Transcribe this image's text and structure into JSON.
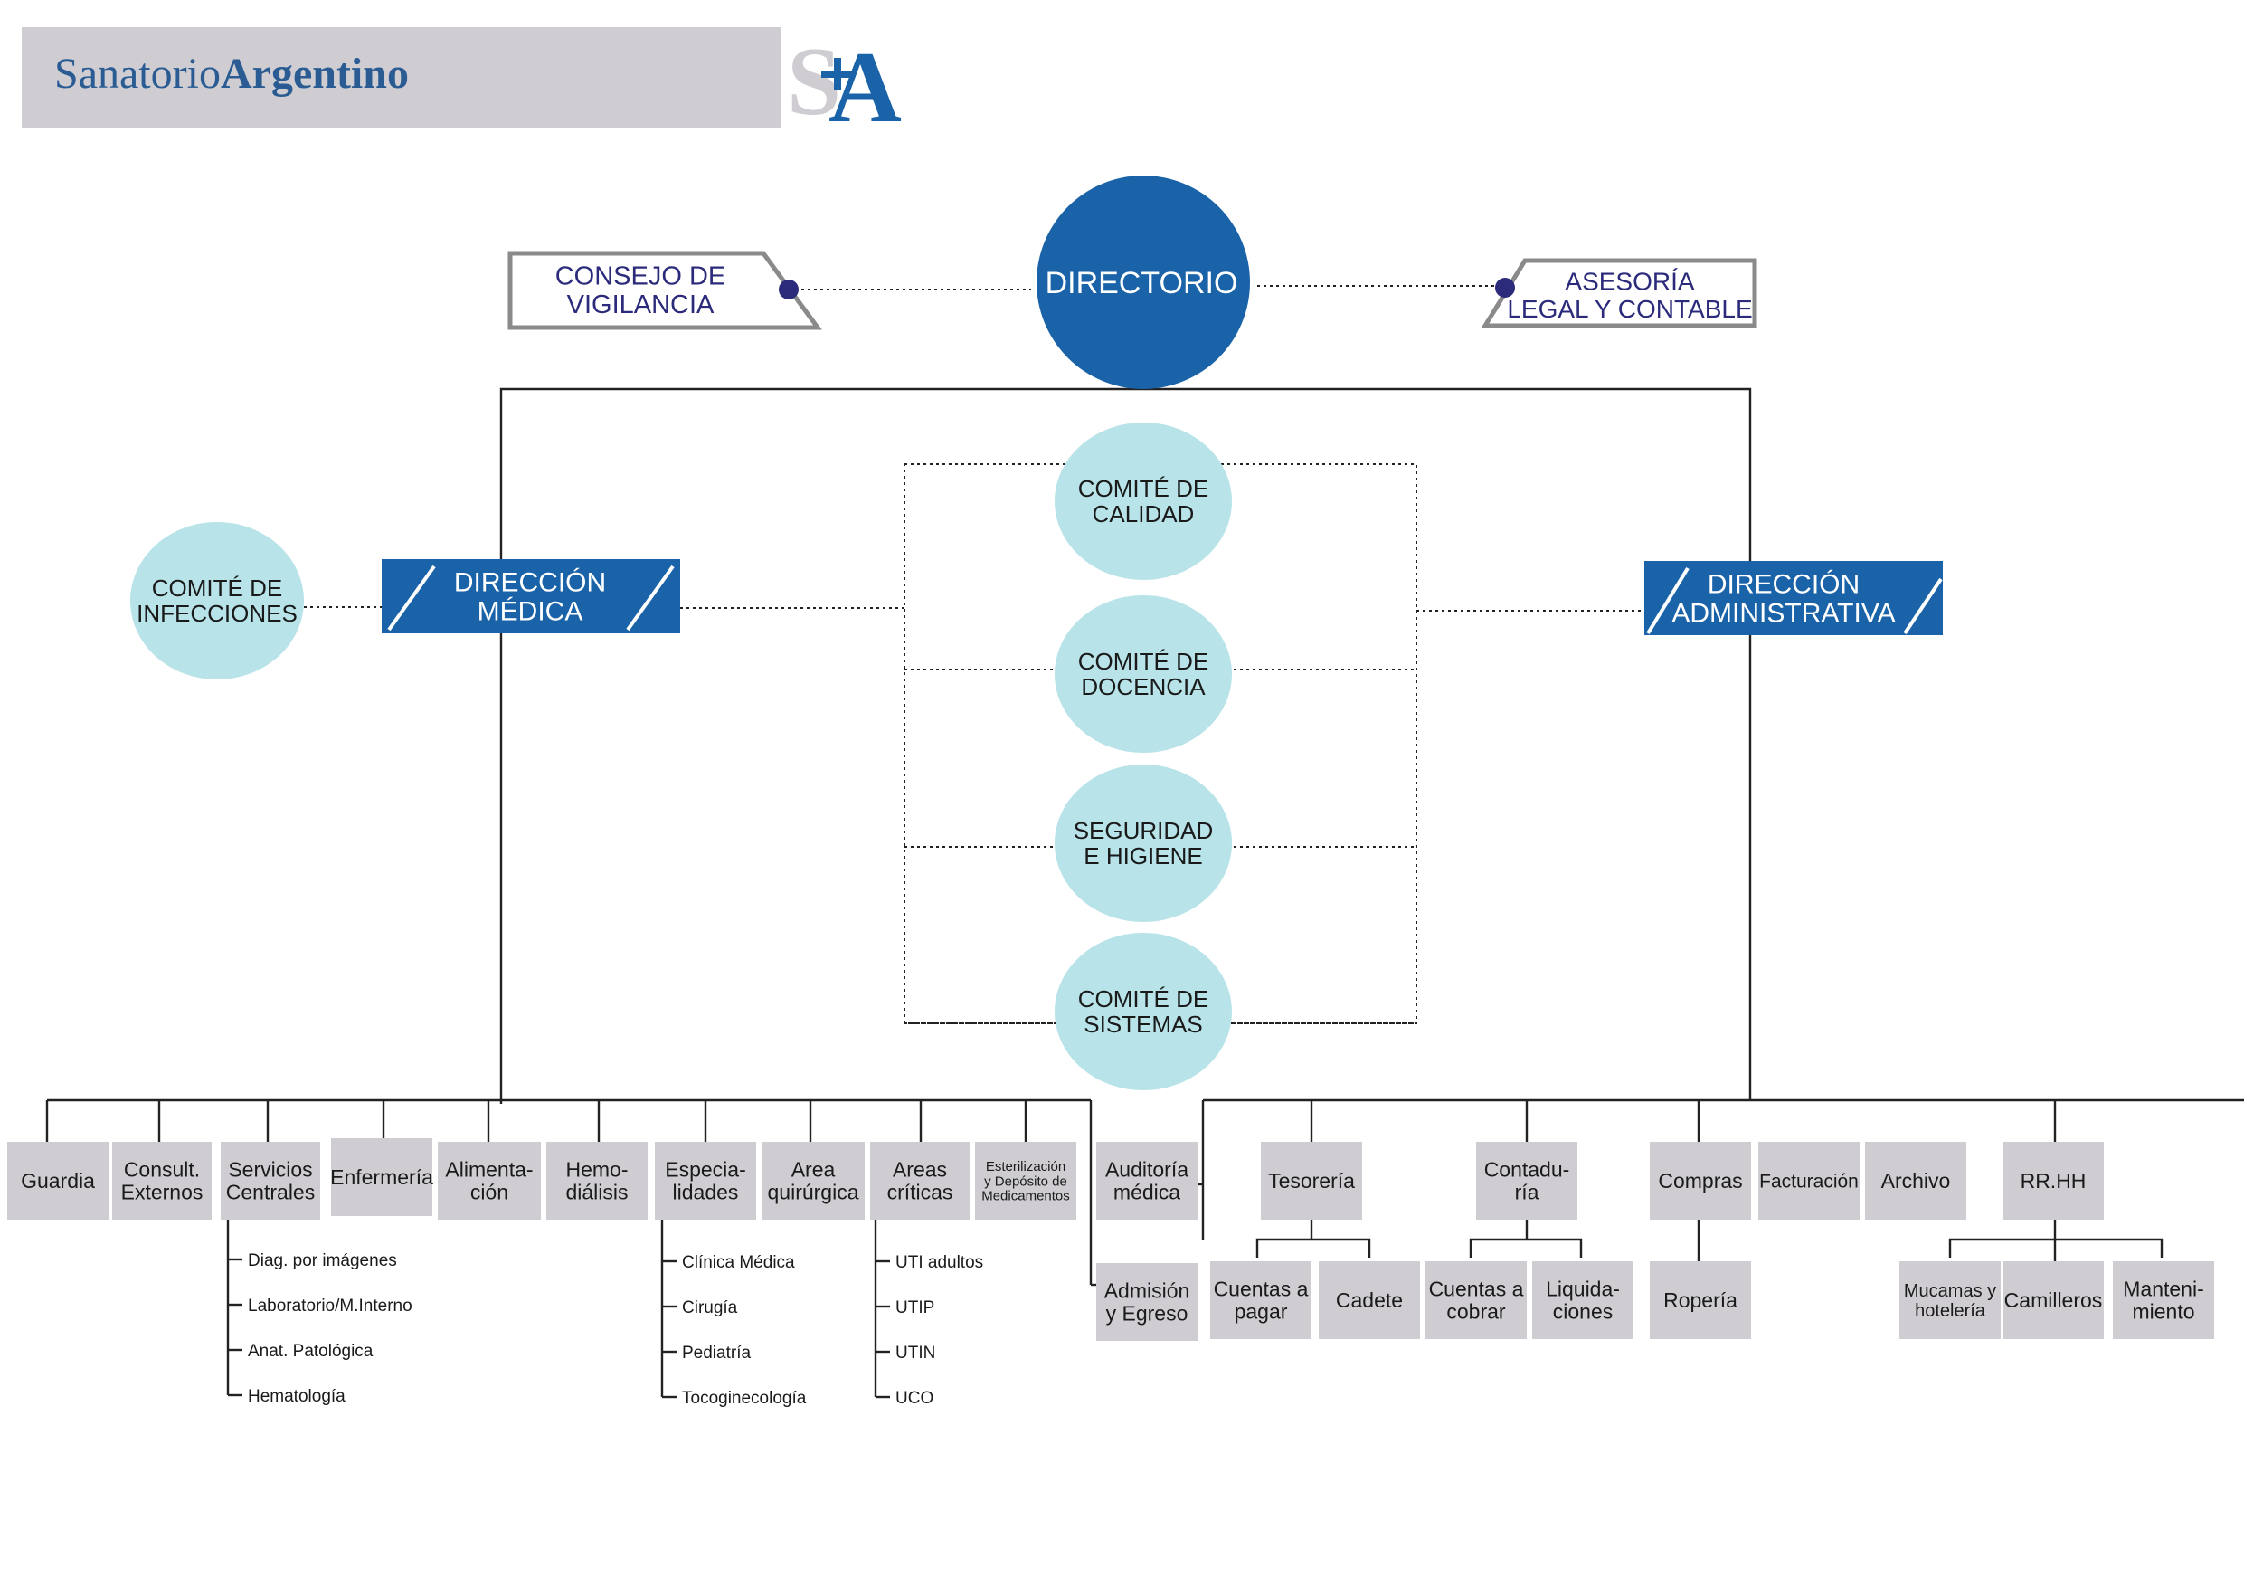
{
  "header": {
    "brand_regular": "Sanatorio",
    "brand_bold": "Argentino",
    "logo_text": "S+A"
  },
  "colors": {
    "blue": "#1a63a8",
    "light_blue": "#b7e3e9",
    "gray_box": "#cfcdd2",
    "navy_text": "#2b2a7b",
    "line": "#222222"
  },
  "top": {
    "directorio": "DIRECTORIO",
    "consejo": [
      "CONSEJO DE",
      "VIGILANCIA"
    ],
    "asesoria": [
      "ASESORÍA",
      "LEGAL Y CONTABLE"
    ]
  },
  "committees": [
    [
      "COMITÉ DE",
      "CALIDAD"
    ],
    [
      "COMITÉ DE",
      "DOCENCIA"
    ],
    [
      "SEGURIDAD",
      "E HIGIENE"
    ],
    [
      "COMITÉ DE",
      "SISTEMAS"
    ]
  ],
  "comite_infecciones": [
    "COMITÉ DE",
    "INFECCIONES"
  ],
  "direccion_medica": [
    "DIRECCIÓN",
    "MÉDICA"
  ],
  "direccion_administrativa": [
    "DIRECCIÓN",
    "ADMINISTRATIVA"
  ],
  "medical_units": [
    [
      "Guardia"
    ],
    [
      "Consult.",
      "Externos"
    ],
    [
      "Servicios",
      "Centrales"
    ],
    [
      "Enfermería"
    ],
    [
      "Alimenta-",
      "ción"
    ],
    [
      "Hemo-",
      "diálisis"
    ],
    [
      "Especia-",
      "lidades"
    ],
    [
      "Area",
      "quirúrgica"
    ],
    [
      "Areas",
      "críticas"
    ],
    [
      "Esterilización",
      "y Depósito de",
      "Medicamentos"
    ],
    [
      "Auditoría",
      "médica"
    ],
    [
      "Admisión",
      "y Egreso"
    ]
  ],
  "servicios_centrales_items": [
    "Diag. por imágenes",
    "Laboratorio/M.Interno",
    "Anat. Patológica",
    "Hematología"
  ],
  "especialidades_items": [
    "Clínica Médica",
    "Cirugía",
    "Pediatría",
    "Tocoginecología"
  ],
  "areas_criticas_items": [
    "UTI adultos",
    "UTIP",
    "UTIN",
    "UCO"
  ],
  "admin_units": [
    [
      "Tesorería"
    ],
    [
      "Contadu-",
      "ría"
    ],
    [
      "Compras"
    ],
    [
      "Facturación"
    ],
    [
      "Archivo"
    ],
    [
      "RR.HH"
    ]
  ],
  "tesoreria_sub": [
    [
      "Cuentas a",
      "pagar"
    ],
    [
      "Cadete"
    ]
  ],
  "contaduria_sub": [
    [
      "Cuentas a",
      "cobrar"
    ],
    [
      "Liquida-",
      "ciones"
    ]
  ],
  "compras_sub": [
    [
      "Ropería"
    ]
  ],
  "rrhh_sub": [
    [
      "Mucamas y",
      "hotelería"
    ],
    [
      "Camilleros"
    ],
    [
      "Manteni-",
      "miento"
    ]
  ]
}
